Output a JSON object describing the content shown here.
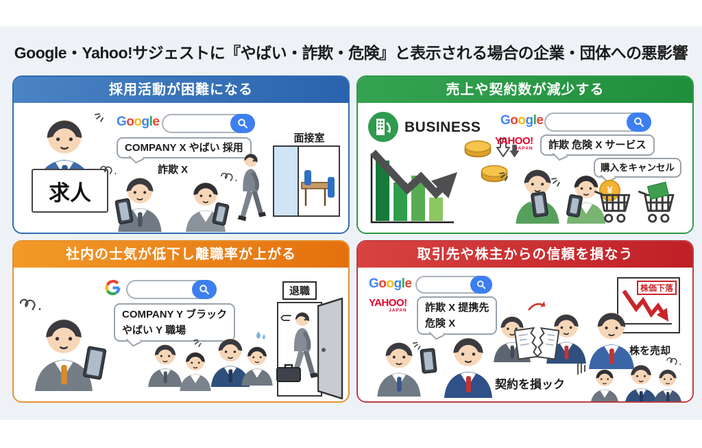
{
  "title": "Google・Yahoo!サジェストに『やばい・詐欺・危険』と表示される場合の企業・団体への悪影響",
  "brand": {
    "google_letters": [
      {
        "t": "G",
        "c": "#4285F4"
      },
      {
        "t": "o",
        "c": "#EA4335"
      },
      {
        "t": "o",
        "c": "#FBBC05"
      },
      {
        "t": "g",
        "c": "#4285F4"
      },
      {
        "t": "l",
        "c": "#34A853"
      },
      {
        "t": "e",
        "c": "#EA4335"
      }
    ],
    "yahoo": "YAHOO!",
    "yahoo_sub": "JAPAN",
    "business": "BUSINESS"
  },
  "colors": {
    "panel_blue": "#2f6cb4",
    "panel_green": "#2e9a44",
    "panel_orange": "#e4700d",
    "panel_red": "#bf1f26",
    "google_blue": "#4285F4",
    "yahoo_red": "#e4002b",
    "coin_gold": "#f2b233",
    "decline_red": "#c9252b"
  },
  "panels": {
    "recruit": {
      "header": "採用活動が困難になる",
      "suggestion": "COMPANY X やばい 採用",
      "suggestion2": "詐欺 X",
      "sign": "求人",
      "room": "面接室"
    },
    "sales": {
      "header": "売上や契約数が減少する",
      "suggestion": "詐欺 危険 X サービス",
      "cancel": "購入をキャンセル",
      "yen": "¥"
    },
    "morale": {
      "header": "社内の士気が低下し離職率が上がる",
      "suggestion_l1": "COMPANY Y ブラック",
      "suggestion_l2": "やばい Y 職場",
      "door": "退職"
    },
    "trust": {
      "header": "取引先や株主からの信頼を損なう",
      "suggestion_l1": "詐欺 X 提携先",
      "suggestion_l2": "危険 X",
      "board": "株価下落",
      "sell": "株を売却",
      "contract": "契約を損ック"
    }
  }
}
